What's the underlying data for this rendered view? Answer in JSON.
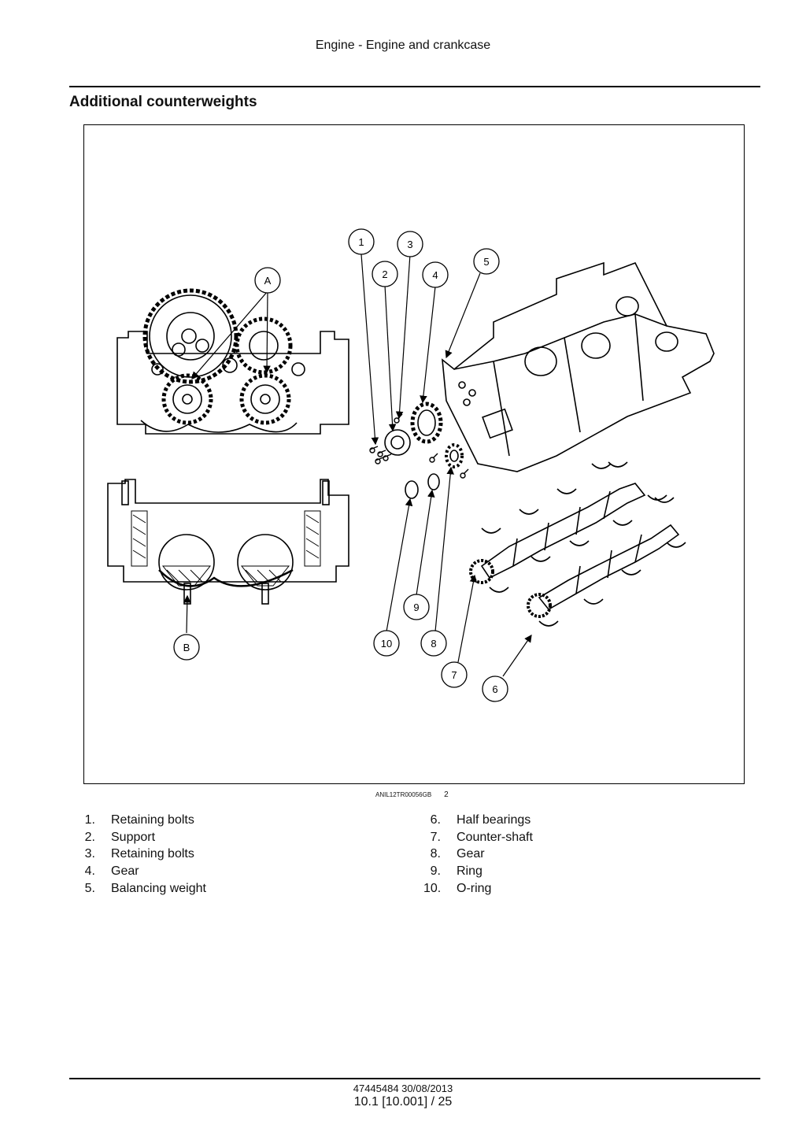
{
  "header": {
    "running_title": "Engine - Engine and crankcase"
  },
  "section": {
    "title": "Additional counterweights"
  },
  "figure": {
    "callouts": [
      "1",
      "2",
      "3",
      "4",
      "5",
      "6",
      "7",
      "8",
      "9",
      "10",
      "A",
      "B"
    ],
    "caption_code": "ANIL12TR00056GB",
    "caption_number": "2"
  },
  "legend": {
    "left": [
      {
        "num": "1.",
        "label": "Retaining bolts"
      },
      {
        "num": "2.",
        "label": "Support"
      },
      {
        "num": "3.",
        "label": "Retaining bolts"
      },
      {
        "num": "4.",
        "label": "Gear"
      },
      {
        "num": "5.",
        "label": "Balancing weight"
      }
    ],
    "right": [
      {
        "num": "6.",
        "label": "Half bearings"
      },
      {
        "num": "7.",
        "label": "Counter-shaft"
      },
      {
        "num": "8.",
        "label": "Gear"
      },
      {
        "num": "9.",
        "label": "Ring"
      },
      {
        "num": "10.",
        "label": "O-ring"
      }
    ]
  },
  "footer": {
    "doc_ref": "47445484 30/08/2013",
    "page_ref": "10.1 [10.001] / 25"
  }
}
